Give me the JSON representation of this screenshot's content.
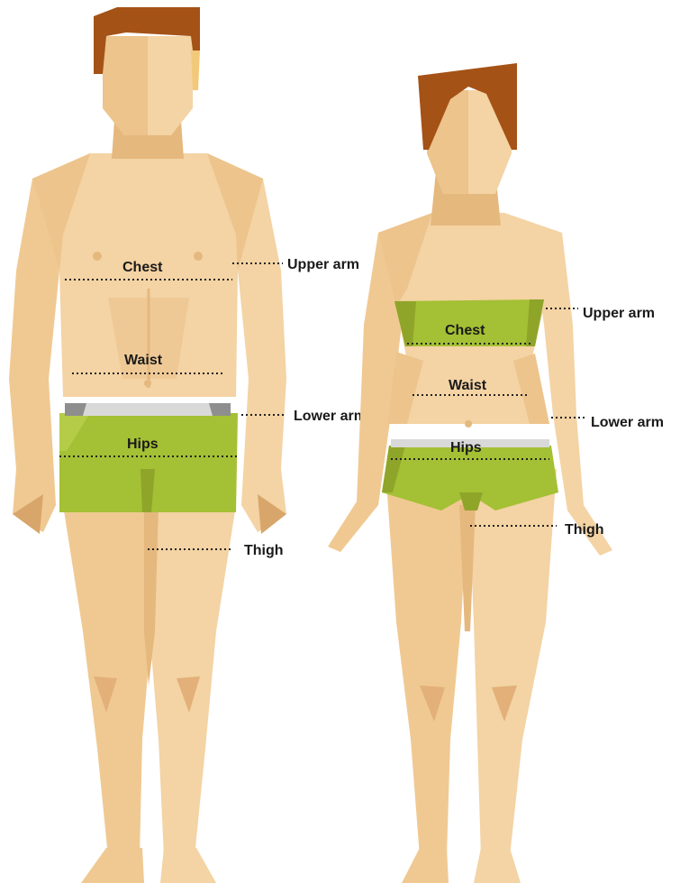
{
  "colors": {
    "skin_light": "#f4d3a4",
    "skin_mid": "#ecc48c",
    "skin_shade": "#e5b87e",
    "skin_dark": "#d8a66a",
    "hair": "#a55216",
    "hair_light": "#f2c97a",
    "underwear": "#a4c034",
    "underwear_shade": "#8fa52a",
    "waistband_light": "#d9d9d9",
    "waistband_dark": "#8e8e8e",
    "label": "#1a1a1a"
  },
  "male": {
    "labels": {
      "chest": "Chest",
      "upper_arm": "Upper arm",
      "waist": "Waist",
      "lower_arm": "Lower arm",
      "hips": "Hips",
      "thigh": "Thigh"
    }
  },
  "female": {
    "labels": {
      "chest": "Chest",
      "upper_arm": "Upper arm",
      "waist": "Waist",
      "lower_arm": "Lower arm",
      "hips": "Hips",
      "thigh": "Thigh"
    }
  }
}
